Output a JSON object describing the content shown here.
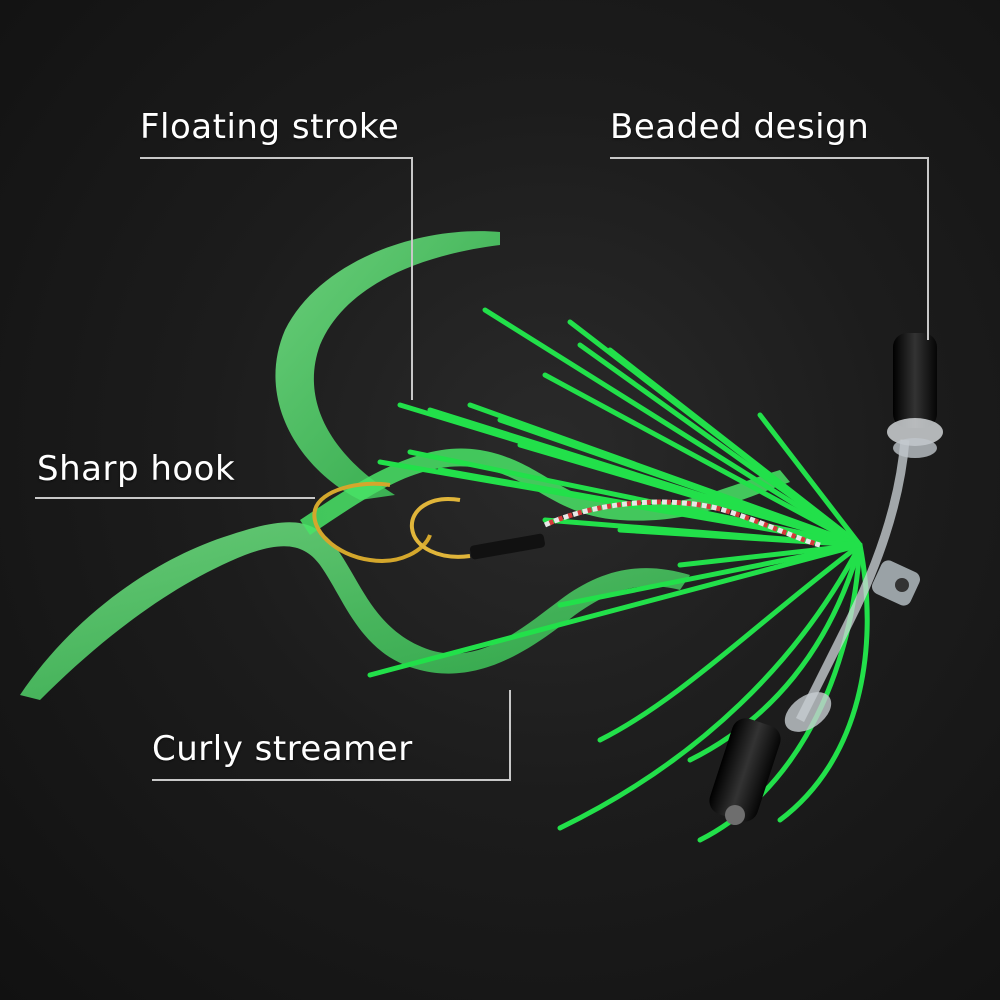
{
  "labels": {
    "floating_stroke": "Floating stroke",
    "beaded_design": "Beaded design",
    "sharp_hook": "Sharp hook",
    "curly_streamer": "Curly streamer"
  },
  "colors": {
    "background": "#1c1c1c",
    "lure_green": "#3ddc5a",
    "skirt_green": "#22e04a",
    "hook_gold": "#d4a72c",
    "callout_line": "#c8c8c8",
    "label_text": "#ffffff"
  },
  "subject": {
    "object_name": "fishing-jig-lure",
    "icon": "lure-illustration"
  }
}
